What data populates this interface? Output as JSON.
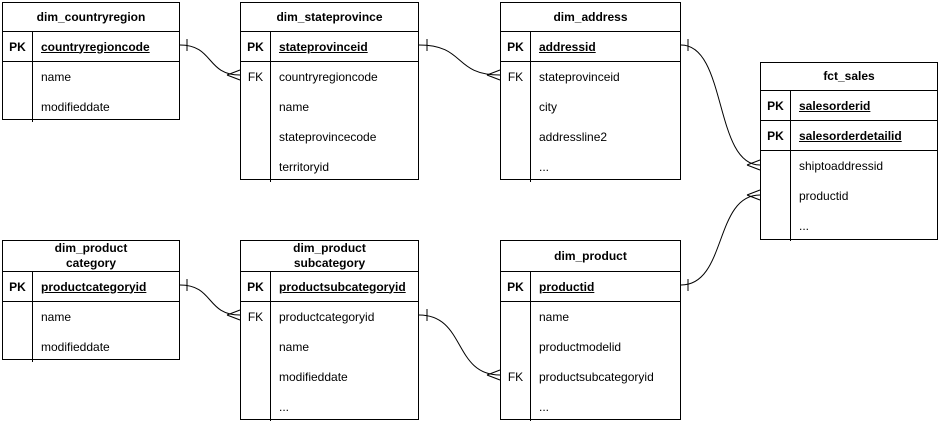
{
  "diagram": {
    "kind": "entity-relationship",
    "background_color": "#ffffff",
    "line_color": "#000000",
    "text_color": "#000000"
  },
  "tables": [
    {
      "title": "dim_countryregion",
      "rows": [
        {
          "key": "PK",
          "name": "countryregioncode"
        },
        {
          "key": "",
          "name": "name"
        },
        {
          "key": "",
          "name": "modifieddate"
        }
      ]
    },
    {
      "title": "dim_stateprovince",
      "rows": [
        {
          "key": "PK",
          "name": "stateprovinceid"
        },
        {
          "key": "FK",
          "name": "countryregioncode"
        },
        {
          "key": "",
          "name": "name"
        },
        {
          "key": "",
          "name": "stateprovincecode"
        },
        {
          "key": "",
          "name": "territoryid"
        }
      ]
    },
    {
      "title": "dim_address",
      "rows": [
        {
          "key": "PK",
          "name": "addressid"
        },
        {
          "key": "FK",
          "name": "stateprovinceid"
        },
        {
          "key": "",
          "name": "city"
        },
        {
          "key": "",
          "name": "addressline2"
        },
        {
          "key": "",
          "name": "..."
        }
      ]
    },
    {
      "title": "fct_sales",
      "rows": [
        {
          "key": "PK",
          "name": "salesorderid"
        },
        {
          "key": "PK",
          "name": "salesorderdetailid"
        },
        {
          "key": "",
          "name": "shiptoaddressid"
        },
        {
          "key": "",
          "name": "productid"
        },
        {
          "key": "",
          "name": "..."
        }
      ]
    },
    {
      "title": "dim_product\ncategory",
      "rows": [
        {
          "key": "PK",
          "name": "productcategoryid"
        },
        {
          "key": "",
          "name": "name"
        },
        {
          "key": "",
          "name": "modifieddate"
        }
      ]
    },
    {
      "title": "dim_product\nsubcategory",
      "rows": [
        {
          "key": "PK",
          "name": "productsubcategoryid"
        },
        {
          "key": "FK",
          "name": "productcategoryid"
        },
        {
          "key": "",
          "name": "name"
        },
        {
          "key": "",
          "name": "modifieddate"
        },
        {
          "key": "",
          "name": "..."
        }
      ]
    },
    {
      "title": "dim_product",
      "rows": [
        {
          "key": "PK",
          "name": "productid"
        },
        {
          "key": "",
          "name": "name"
        },
        {
          "key": "",
          "name": "productmodelid"
        },
        {
          "key": "FK",
          "name": "productsubcategoryid"
        },
        {
          "key": "",
          "name": "..."
        }
      ]
    }
  ],
  "relationships": [
    {
      "from": "dim_countryregion.countryregioncode",
      "to": "dim_stateprovince.countryregioncode",
      "cardinality": "one-to-many"
    },
    {
      "from": "dim_stateprovince.stateprovinceid",
      "to": "dim_address.stateprovinceid",
      "cardinality": "one-to-many"
    },
    {
      "from": "dim_address.addressid",
      "to": "fct_sales.shiptoaddressid",
      "cardinality": "one-to-many"
    },
    {
      "from": "dim_product.productid",
      "to": "fct_sales.productid",
      "cardinality": "one-to-many"
    },
    {
      "from": "dim_product category.productcategoryid",
      "to": "dim_product subcategory.productcategoryid",
      "cardinality": "one-to-many"
    },
    {
      "from": "dim_product subcategory.productsubcategoryid",
      "to": "dim_product.productsubcategoryid",
      "cardinality": "one-to-many"
    }
  ]
}
